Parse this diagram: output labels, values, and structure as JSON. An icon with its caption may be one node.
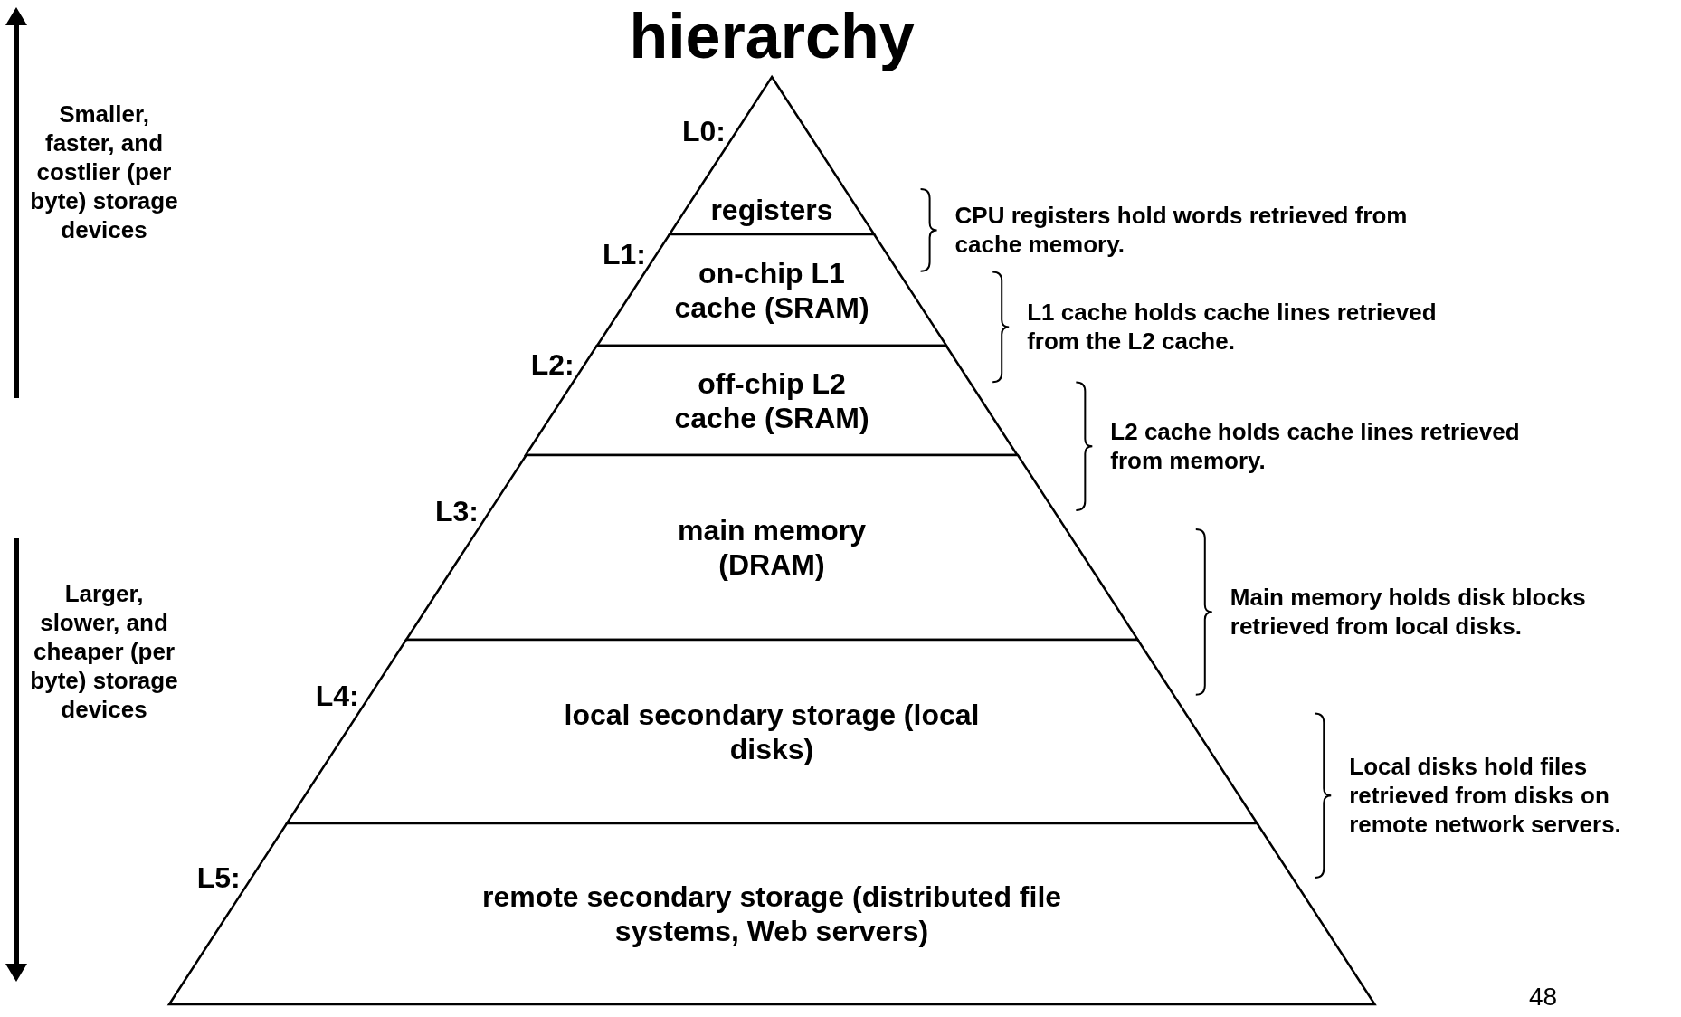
{
  "diagram": {
    "title": "hierarchy",
    "nodes": [
      {
        "text": [
          "registers"
        ],
        "beside": [
          "L0:"
        ]
      },
      {
        "text": [
          "on-chip L1 cache (SRAM)"
        ],
        "beside": [
          "L1:"
        ]
      },
      {
        "text": [
          "off-chip L2 cache (SRAM)"
        ],
        "beside": [
          "L2:"
        ]
      },
      {
        "text": [
          "main memory (DRAM)"
        ],
        "beside": [
          "L3:"
        ]
      },
      {
        "text": [
          "local secondary storage (local disks)"
        ],
        "beside": [
          "L4:"
        ]
      },
      {
        "text": [
          "remote secondary storage (distributed file systems, Web servers)"
        ],
        "beside": [
          "L5:"
        ]
      }
    ],
    "labels": [
      "Smaller, faster, and costlier (per byte) storage devices",
      "CPU registers hold words retrieved from cache memory.",
      "L1 cache holds cache lines retrieved from the L2 cache.",
      "L2 cache holds cache lines retrieved from memory.",
      "Larger, slower, and cheaper (per byte) storage devices",
      "Main memory holds disk blocks retrieved from local disks.",
      "Local disks hold files retrieved from disks on remote network servers.",
      "48"
    ]
  }
}
